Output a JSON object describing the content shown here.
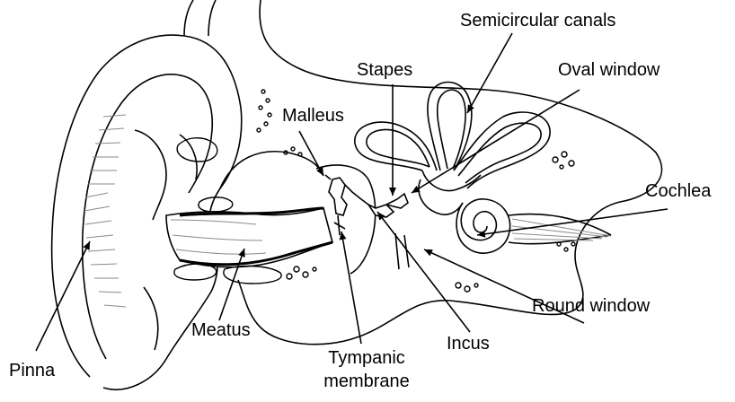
{
  "labels": {
    "semicircular_canals": "Semicircular canals",
    "stapes": "Stapes",
    "oval_window": "Oval window",
    "malleus": "Malleus",
    "cochlea": "Cochlea",
    "round_window": "Round window",
    "meatus": "Meatus",
    "incus": "Incus",
    "pinna": "Pinna",
    "tympanic_line1": "Tympanic",
    "tympanic_line2": "membrane"
  },
  "colors": {
    "ink": "#000000",
    "shade": "#8a8a8a",
    "background": "#ffffff"
  }
}
